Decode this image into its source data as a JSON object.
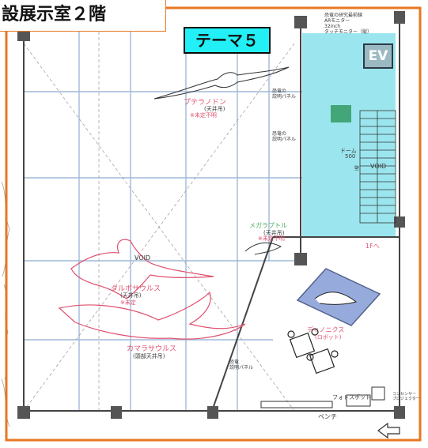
{
  "title": "設展示室２階",
  "theme_label": "テーマ５",
  "ev_label": "EV",
  "labels": {
    "pteranodon": "プテラノドン",
    "pteranodon_sub": "(天井吊)",
    "pteranodon_note": "※未定不明",
    "void_left": "VOID",
    "void_right": "VOID",
    "tarbosaurus": "タルボサウルス",
    "tarbosaurus_sub": "(天井吊)",
    "tarbosaurus_note": "※未定",
    "camarasaurus": "カマラサウルス",
    "camarasaurus_sub": "(頭部天井吊)",
    "megaraptor": "メガラプトル",
    "megaraptor_sub": "(天井吊)",
    "megaraptor_note": "※未定不明",
    "dinosaur_robot": "ディノニクス",
    "dinosaur_robot_sub": "(ロボット)",
    "bench": "ベンチ",
    "photo_spot": "フォトスポット",
    "exit_arrow": "1Fへ",
    "dome": "ドーム",
    "dome_sub": "500",
    "monitor_note": "恐竜の研究最前線\nARモニター\n32inch\nタッチモニター（縦）",
    "panel_1": "恐竜の\n説明パネル",
    "panel_2": "恐竜の\n説明パネル",
    "panel_3": "恐竜\n説明パネル",
    "projector": "コンセンサー\nプロジェクター",
    "side_label": "壁"
  },
  "colors": {
    "outer_wall": "#e87722",
    "theme_fill": "#22f0f6",
    "theme_zone": "#79dde8",
    "grid_blue": "#9fb9d8",
    "red_marks": "#e0506e",
    "structure": "#555555"
  }
}
